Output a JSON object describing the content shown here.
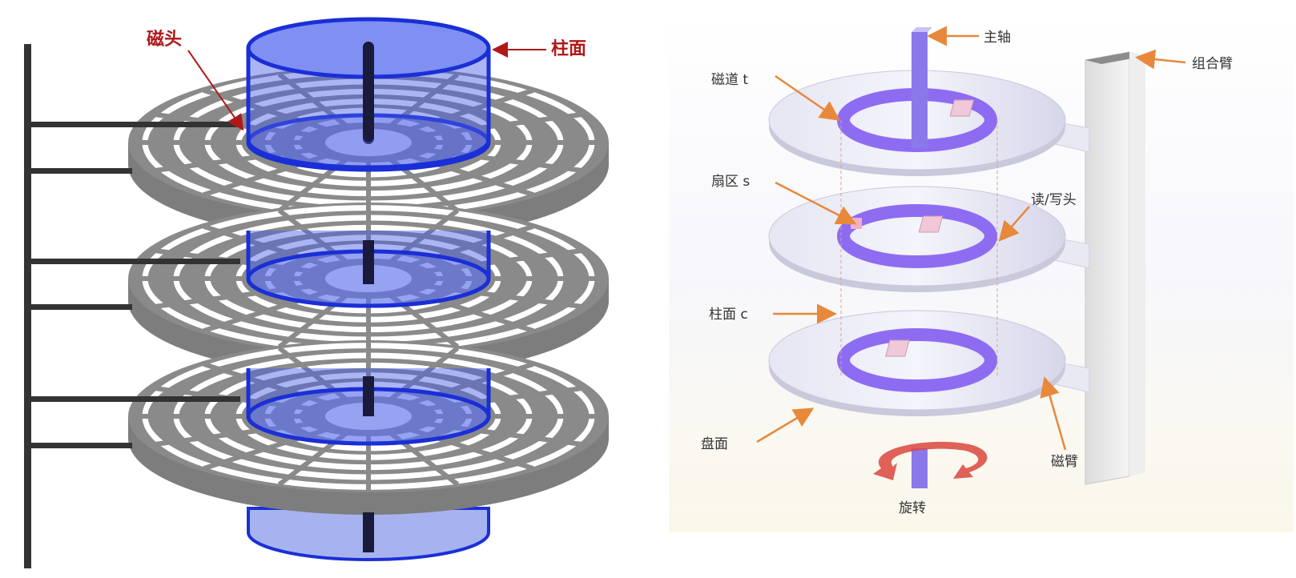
{
  "left_diagram": {
    "label_head": "磁头",
    "label_cylinder": "柱面",
    "colors": {
      "arrow": "#b01818",
      "platter": "#8a8a8a",
      "cylinder": "#1a2fd6"
    }
  },
  "right_diagram": {
    "label_spindle": "主轴",
    "label_track": "磁道 t",
    "label_arm_assembly": "组合臂",
    "label_sector": "扇区 s",
    "label_rw_head": "读/写头",
    "label_cylinder": "柱面 c",
    "label_surface": "盘面",
    "label_arm": "磁臂",
    "label_rotation": "旋转",
    "colors": {
      "arrow": "#e8883a",
      "track": "#8d6cf2",
      "platter": "#dcdcf0"
    }
  }
}
